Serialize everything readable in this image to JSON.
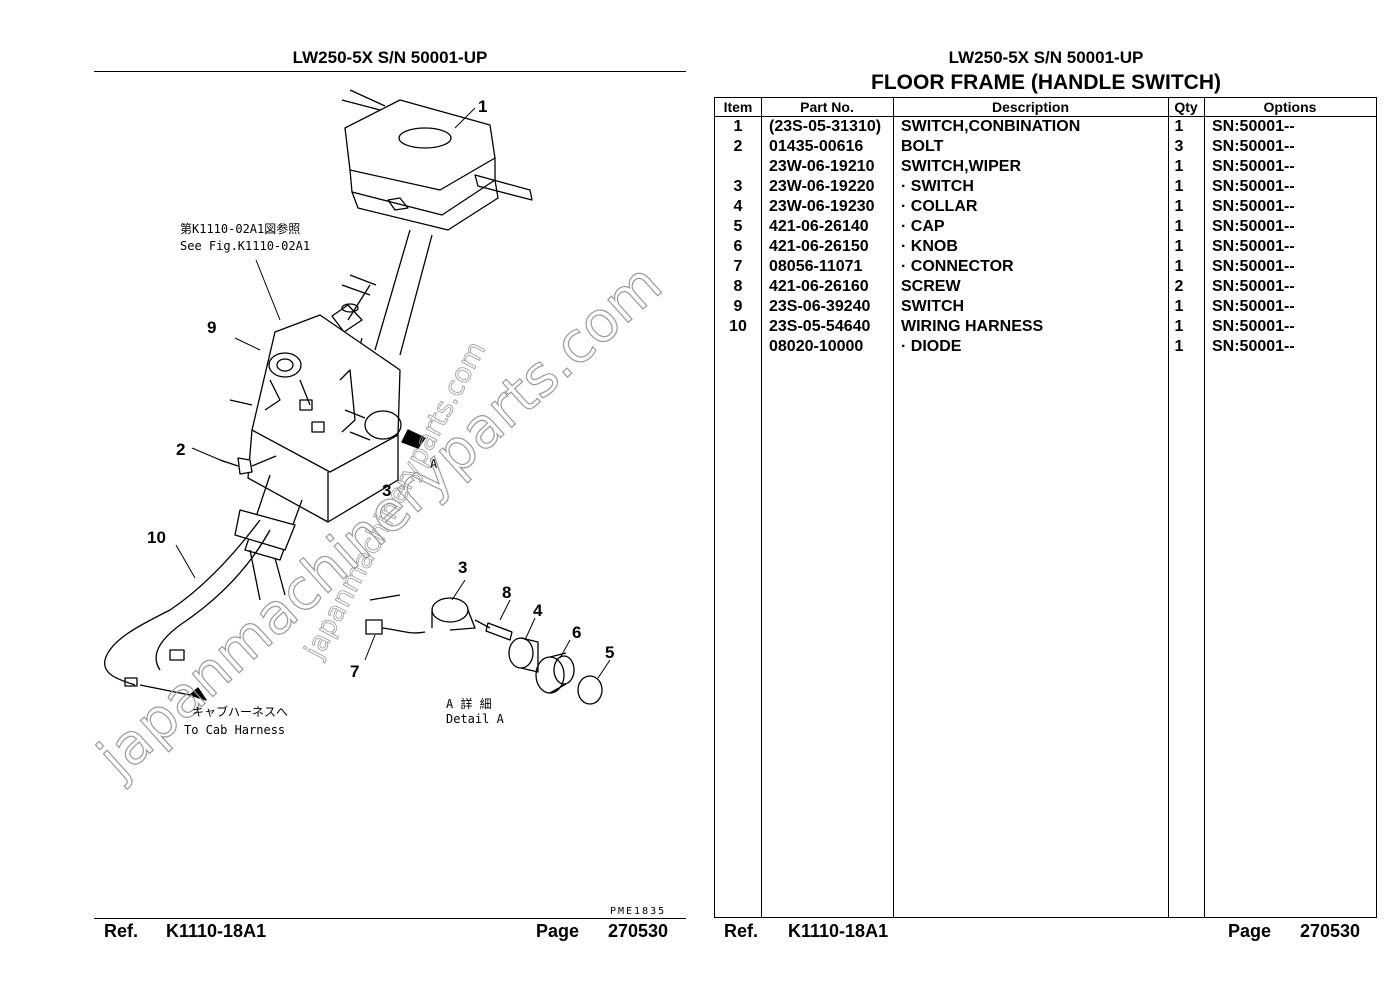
{
  "left_page": {
    "title": "LW250-5X S/N 50001-UP",
    "callouts": [
      "1",
      "2",
      "3",
      "3",
      "4",
      "5",
      "6",
      "7",
      "8",
      "9",
      "10"
    ],
    "notes": {
      "see_fig_jp": "第K1110-02A1図参照",
      "see_fig_en": "See Fig.K1110-02A1",
      "to_cab_jp": "キャブハーネスへ",
      "to_cab_en": "To Cab Harness",
      "detail_jp": "A 詳 細",
      "detail_en": "Detail A",
      "arrow_label": "A"
    },
    "watermark_large": "japanmachineryparts.com",
    "watermark_small": "japanmachineryparts.com",
    "drawing_code": "PME1835",
    "footer": {
      "ref_label": "Ref.",
      "ref_value": "K1110-18A1",
      "page_label": "Page",
      "page_value": "270530"
    }
  },
  "right_page": {
    "title": "LW250-5X S/N 50001-UP",
    "subtitle": "FLOOR FRAME (HANDLE SWITCH)",
    "columns": [
      "Item",
      "Part No.",
      "Description",
      "Qty",
      "Options"
    ],
    "rows": [
      {
        "item": "1",
        "part": "(23S-05-31310)",
        "desc": "SWITCH,CONBINATION",
        "qty": "1",
        "opt": "SN:50001--"
      },
      {
        "item": "2",
        "part": "01435-00616",
        "desc": "BOLT",
        "qty": "3",
        "opt": "SN:50001--"
      },
      {
        "item": "",
        "part": "23W-06-19210",
        "desc": "SWITCH,WIPER",
        "qty": "1",
        "opt": "SN:50001--"
      },
      {
        "item": "3",
        "part": "23W-06-19220",
        "desc": "·  SWITCH",
        "qty": "1",
        "opt": "SN:50001--"
      },
      {
        "item": "4",
        "part": "23W-06-19230",
        "desc": "·  COLLAR",
        "qty": "1",
        "opt": "SN:50001--"
      },
      {
        "item": "5",
        "part": "421-06-26140",
        "desc": "·  CAP",
        "qty": "1",
        "opt": "SN:50001--"
      },
      {
        "item": "6",
        "part": "421-06-26150",
        "desc": "·  KNOB",
        "qty": "1",
        "opt": "SN:50001--"
      },
      {
        "item": "7",
        "part": "08056-11071",
        "desc": "·  CONNECTOR",
        "qty": "1",
        "opt": "SN:50001--"
      },
      {
        "item": "8",
        "part": "421-06-26160",
        "desc": "SCREW",
        "qty": "2",
        "opt": "SN:50001--"
      },
      {
        "item": "9",
        "part": "23S-06-39240",
        "desc": "SWITCH",
        "qty": "1",
        "opt": "SN:50001--"
      },
      {
        "item": "10",
        "part": "23S-05-54640",
        "desc": "WIRING HARNESS",
        "qty": "1",
        "opt": "SN:50001--"
      },
      {
        "item": "",
        "part": "08020-10000",
        "desc": "·  DIODE",
        "qty": "1",
        "opt": "SN:50001--"
      }
    ],
    "footer": {
      "ref_label": "Ref.",
      "ref_value": "K1110-18A1",
      "page_label": "Page",
      "page_value": "270530"
    }
  }
}
